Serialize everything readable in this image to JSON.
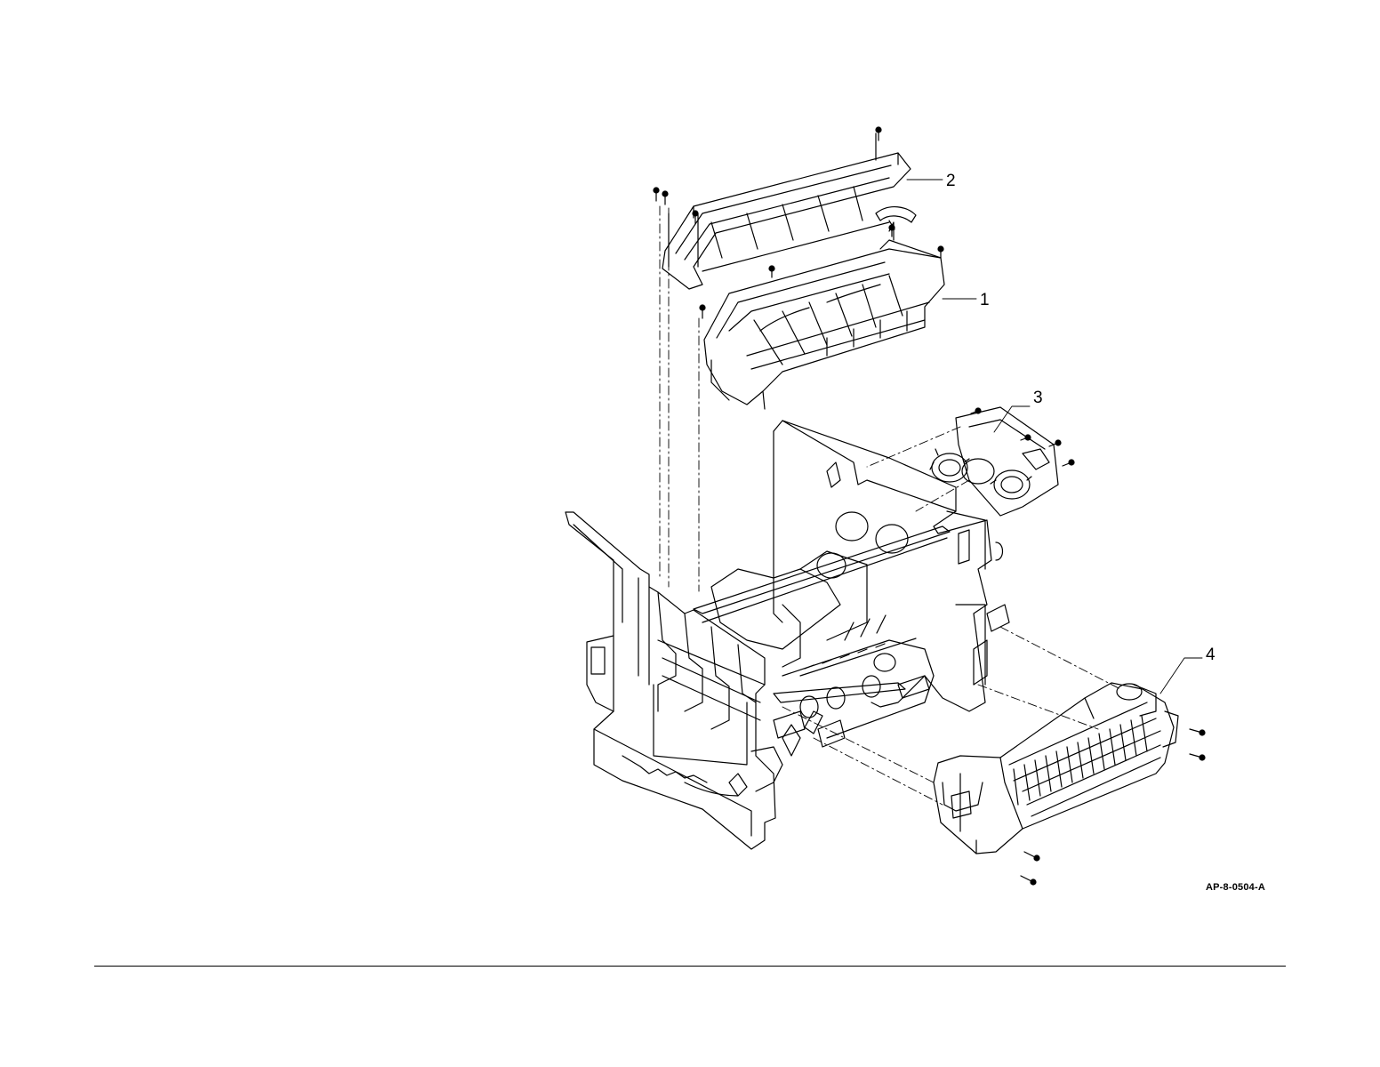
{
  "figure": {
    "id": "AP-8-0504-A",
    "callouts": [
      "1",
      "2",
      "3",
      "4"
    ]
  },
  "colors": {
    "line": "#000000",
    "background": "#ffffff"
  }
}
